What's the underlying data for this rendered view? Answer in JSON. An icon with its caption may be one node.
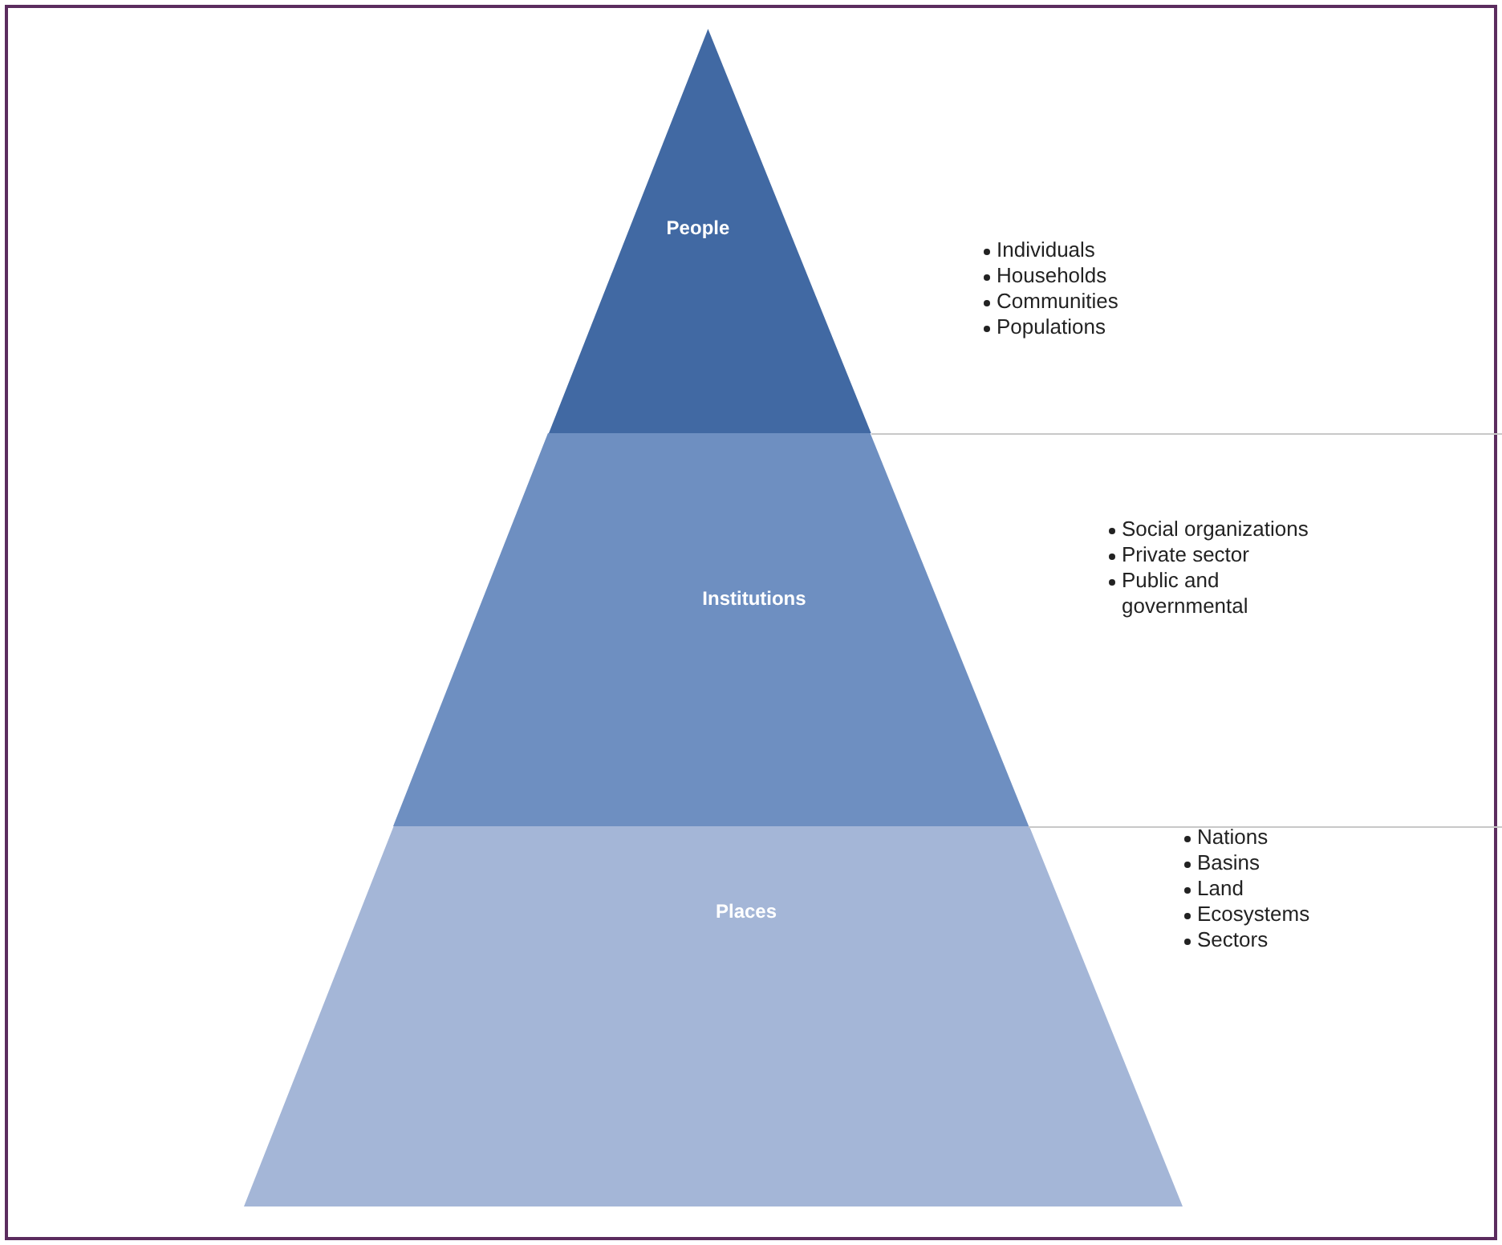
{
  "diagram": {
    "nodes": [
      {
        "text": [
          "People"
        ],
        "beside": [
          "Individuals",
          "Households",
          "Communities",
          "Populations"
        ]
      },
      {
        "text": [
          "Institutions"
        ],
        "beside": [
          "Social organizations",
          "Private sector",
          "Public and governmental"
        ]
      },
      {
        "text": [
          "Places"
        ],
        "beside": [
          "Nations",
          "Basins",
          "Land",
          "Ecosystems",
          "Sectors"
        ]
      }
    ]
  }
}
